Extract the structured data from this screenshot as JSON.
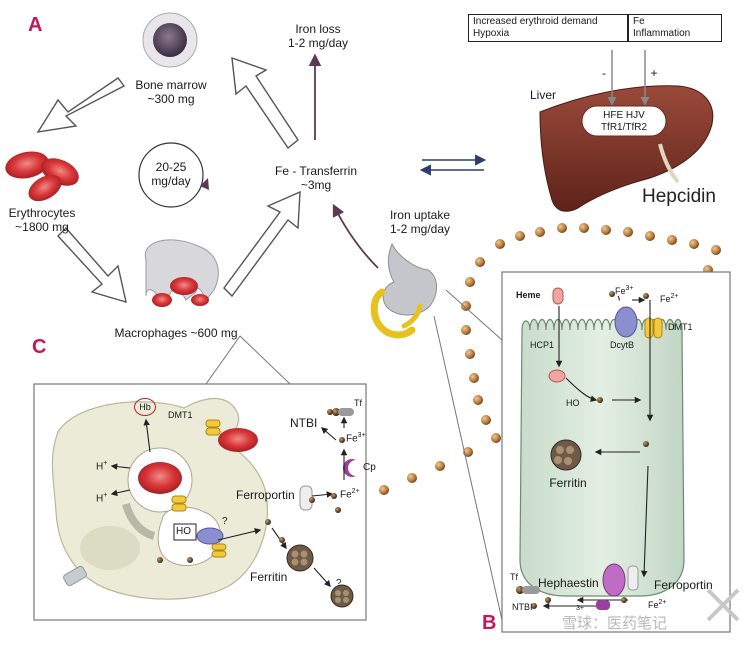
{
  "panels": {
    "a": "A",
    "b": "B",
    "c": "C"
  },
  "panel_a": {
    "bone_marrow": {
      "name": "Bone marrow",
      "amount": "~300 mg"
    },
    "erythrocytes": {
      "name": "Erythrocytes",
      "amount": "~1800 mg"
    },
    "macrophages": "Macrophages ~600 mg",
    "cycle_rate": {
      "value": "20-25",
      "unit": "mg/day"
    },
    "transferrin": {
      "name": "Fe - Transferrin",
      "amount": "~3mg"
    },
    "iron_loss": {
      "name": "Iron loss",
      "rate": "1-2 mg/day"
    },
    "iron_uptake": {
      "name": "Iron uptake",
      "rate": "1-2 mg/day"
    }
  },
  "liver": {
    "label": "Liver",
    "box_left": [
      "Increased erythroid demand",
      "Hypoxia"
    ],
    "box_right": [
      "Fe",
      "Inflammation"
    ],
    "sign_left": "-",
    "sign_right": "+",
    "sensors": [
      "HFE HJV",
      "TfR1/TfR2"
    ],
    "hepcidin": "Hepcidin"
  },
  "panel_b": {
    "heme": "Heme",
    "hcp1": "HCP1",
    "dcytb": "DcytB",
    "dmt1": "DMT1",
    "fe3": "Fe",
    "fe3_sup": "3+",
    "fe2": "Fe",
    "fe2_sup": "2+",
    "ho": "HO",
    "ferritin": "Ferritin",
    "hephaestin": "Hephaestin",
    "ferroportin": "Ferroportin",
    "tf": "Tf",
    "ntbi": "NTBI"
  },
  "panel_c": {
    "hb": "Hb",
    "dmt1": "DMT1",
    "h_plus": "H",
    "h_sup": "+",
    "ho": "HO",
    "question": "?",
    "ferroportin": "Ferroportin",
    "ferritin": "Ferritin",
    "ntbi": "NTBI",
    "tf": "Tf",
    "fe": "Fe",
    "fe3_sup": "3+",
    "fe2_sup": "2+",
    "cp": "Cp"
  },
  "watermark": "雪球：医药笔记",
  "colors": {
    "panel_letter": "#c2185b",
    "liver": "#7a3226",
    "rbc": "#d9383a",
    "enterocyte": "#d7e6d7",
    "macrophage": "#eeeedc",
    "iron_dot": "#b5783a"
  }
}
